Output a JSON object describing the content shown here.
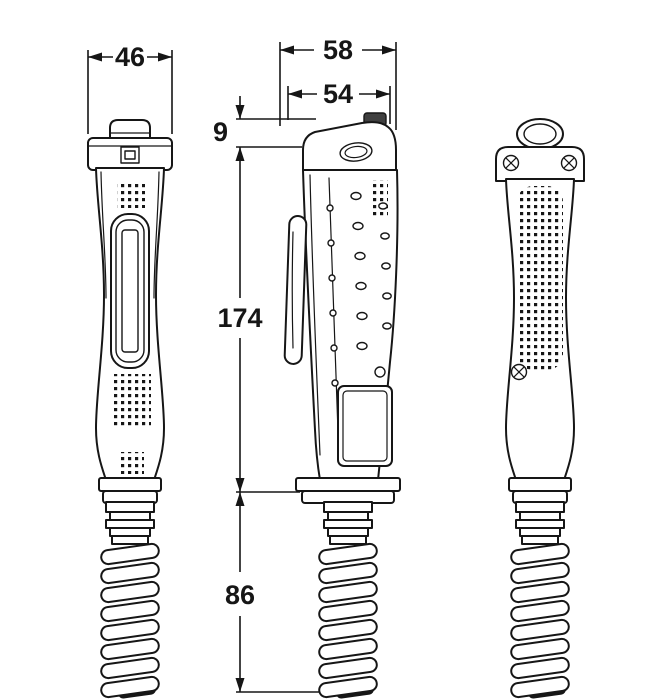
{
  "dimensions": {
    "front_width": "46",
    "side_width": "58",
    "side_top_width": "54",
    "cap_height": "9",
    "body_height": "174",
    "cable_length": "86"
  },
  "colors": {
    "line": "#161616",
    "background": "#ffffff"
  }
}
